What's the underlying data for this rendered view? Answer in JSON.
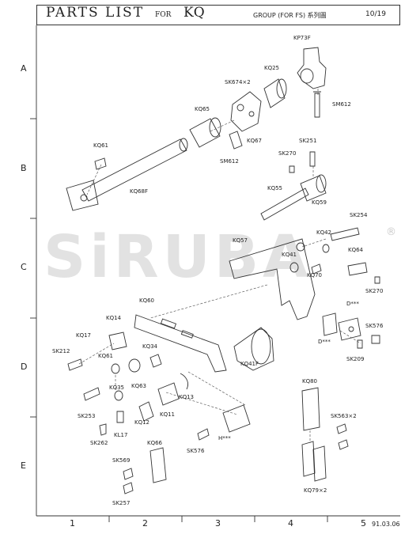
{
  "header": {
    "title": "PARTS LIST",
    "for": "FOR",
    "model": "KQ",
    "group": "GROUP (FOR FS) 系列圖",
    "page": "10/19"
  },
  "rows": [
    "A",
    "B",
    "C",
    "D",
    "E"
  ],
  "columns": [
    "1",
    "2",
    "3",
    "4",
    "5"
  ],
  "date": "91.03.06",
  "watermark": "SiRUBA",
  "watermark_mark": "®",
  "parts": [
    "KP73F",
    "KQ25",
    "SK674×2",
    "SM612",
    "KQ65",
    "KQ67",
    "SM612",
    "SK251",
    "KQ61",
    "SK270",
    "KQ68F",
    "KQ55",
    "KQ59",
    "SK254",
    "KQ57",
    "KQ42",
    "KQ41",
    "KQ64",
    "KQ70",
    "SK270",
    "KQ60",
    "D***",
    "SK576",
    "D***",
    "KQ14",
    "KQ17",
    "SK212",
    "KQ61",
    "KQ34",
    "SK209",
    "KQ41F",
    "KQ63",
    "KQ35",
    "KQ13",
    "KQ80",
    "SK253",
    "KQ11",
    "KQ12",
    "SK563×2",
    "KL17",
    "SK262",
    "H***",
    "SK576",
    "KQ66",
    "SK569",
    "SK257",
    "KQ79×2"
  ]
}
